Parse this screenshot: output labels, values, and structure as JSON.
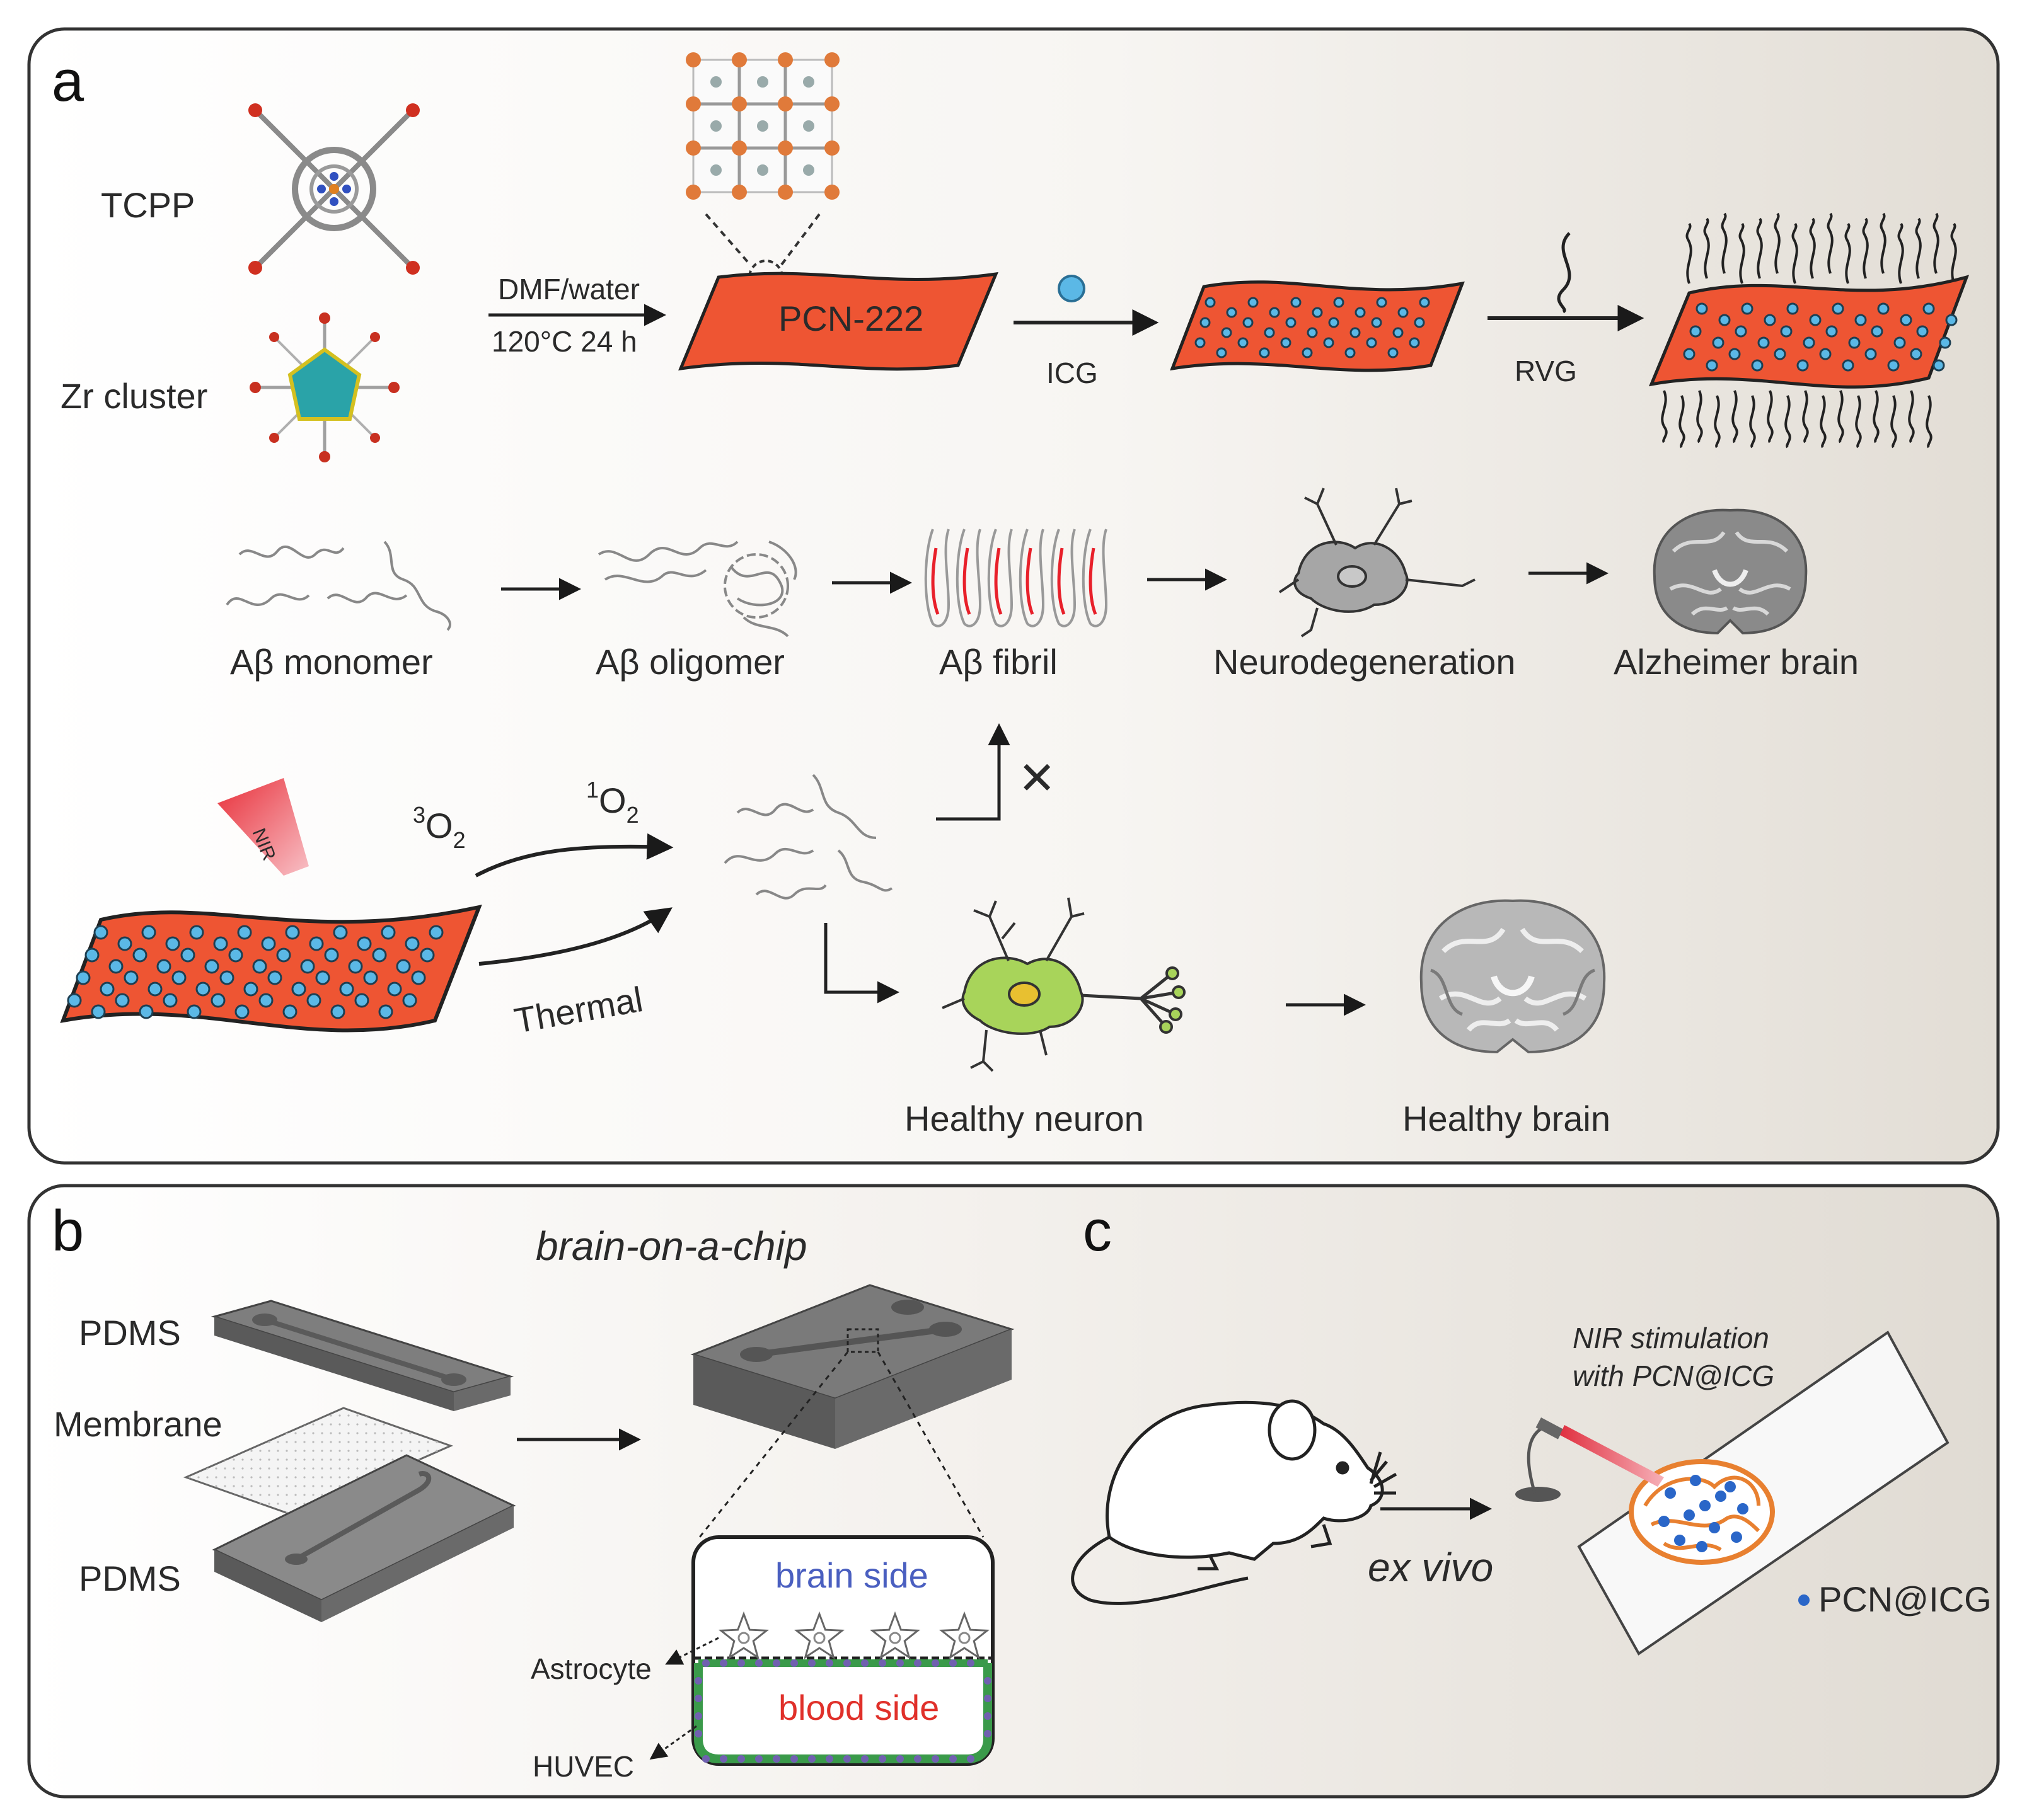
{
  "panel_a": {
    "letter": "a",
    "tcpp_label": "TCPP",
    "zr_label": "Zr cluster",
    "condition_top": "DMF/water",
    "condition_bottom": "120°C 24 h",
    "pcn_label": "PCN-222",
    "icg_label": "ICG",
    "rvg_label": "RVG",
    "abeta": {
      "monomer": "Aβ monomer",
      "oligomer": "Aβ oligomer",
      "fibril": "Aβ fibril",
      "neuro": "Neurodegeneration",
      "alz": "Alzheimer brain"
    },
    "nir": "NIR",
    "o2_triplet_sup": "3",
    "o2_triplet": "O",
    "o2_triplet_sub": "2",
    "o2_singlet_sup": "1",
    "o2_singlet": "O",
    "o2_singlet_sub": "2",
    "thermal": "Thermal",
    "cross": "✕",
    "healthy_neuron": "Healthy neuron",
    "healthy_brain": "Healthy brain"
  },
  "panel_b": {
    "letter": "b",
    "chip_title": "brain-on-a-chip",
    "pdms_top": "PDMS",
    "membrane": "Membrane",
    "pdms_bottom": "PDMS",
    "brain_side": "brain side",
    "blood_side": "blood side",
    "astrocyte": "Astrocyte",
    "huvec": "HUVEC"
  },
  "panel_c": {
    "letter": "c",
    "nir_line1": "NIR stimulation",
    "nir_line2": "with PCN@ICG",
    "ex_vivo": "ex vivo",
    "legend": "PCN@ICG"
  },
  "colors": {
    "sheet": "#ee5533",
    "dot": "#5bb8e6",
    "fibril_red": "#e8202a",
    "neuron_green": "#a8d45a",
    "brain_side_blue": "#4a5fc0",
    "blood_side_red": "#e0302a",
    "nir_red": "#e8303a"
  }
}
